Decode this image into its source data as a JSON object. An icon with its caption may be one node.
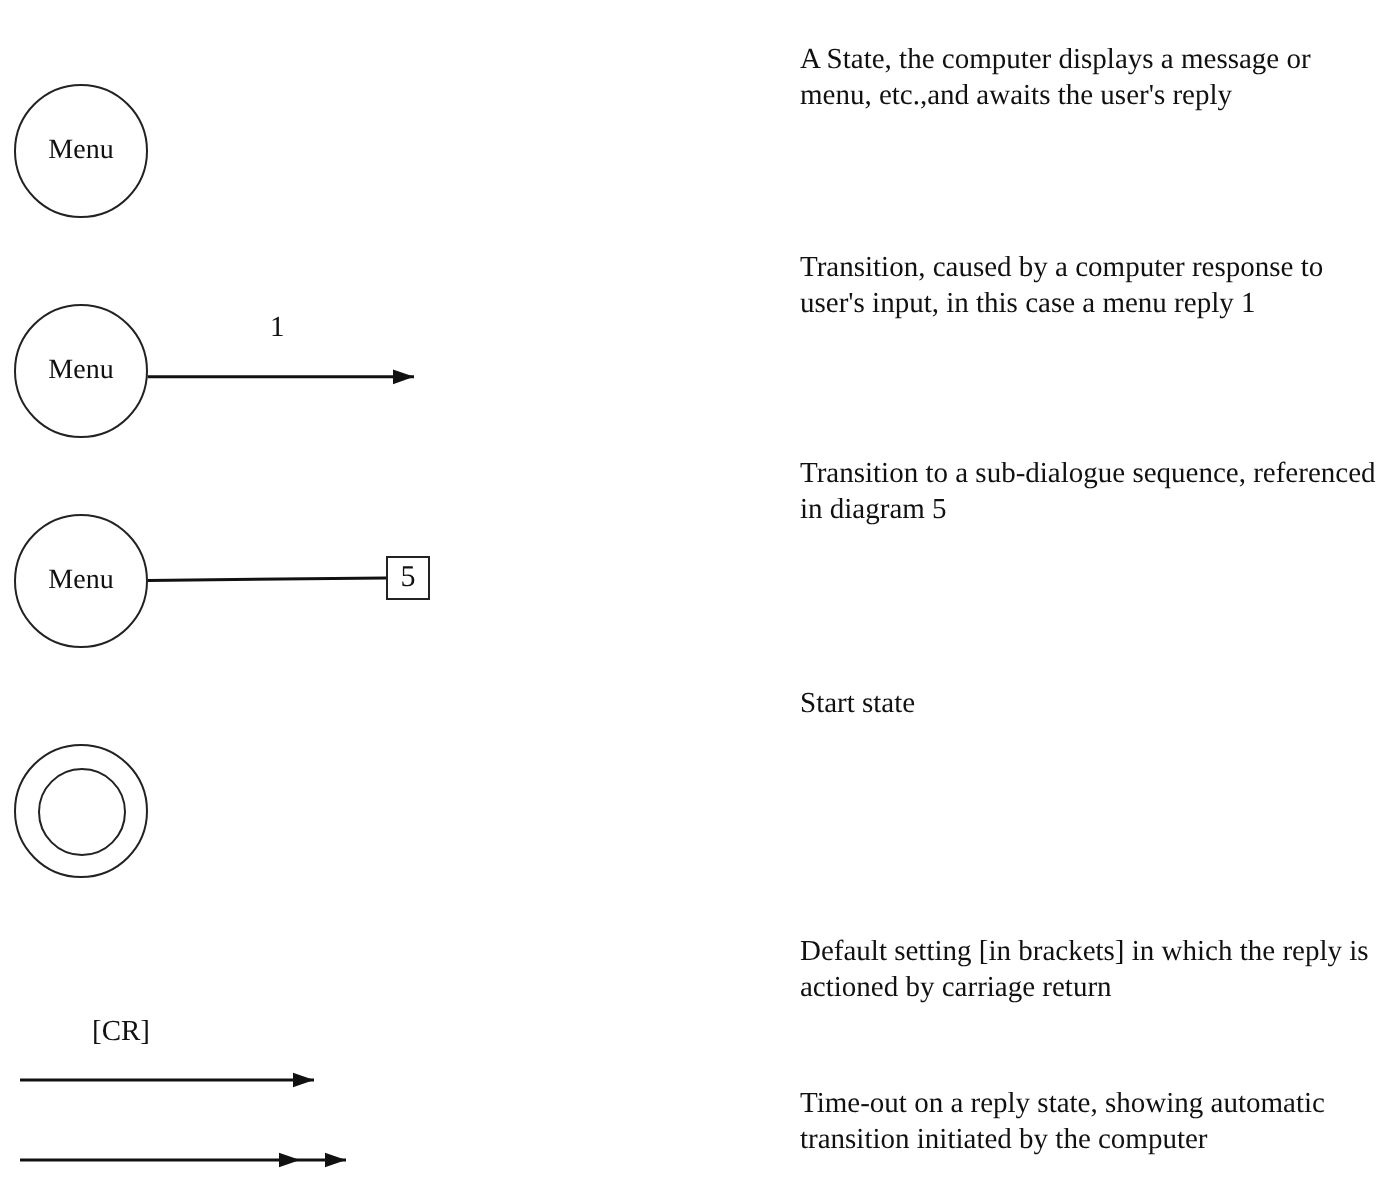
{
  "diagram": {
    "nodes": [
      {
        "text": [
          "Menu"
        ]
      },
      {
        "text": [
          "Menu"
        ]
      },
      {
        "text": [
          "Menu"
        ]
      },
      {
        "text": [
          "5"
        ]
      },
      {
        "text": [],
        "shape": "circle"
      }
    ],
    "edges": [
      {
        "from": 1,
        "to": null,
        "arrow": "to",
        "label": "1"
      },
      {
        "from": 2,
        "to": 3,
        "arrow": "none"
      }
    ],
    "labels": [
      "A State, the computer displays a message or menu, etc.,and awaits the user's reply",
      "Transition, caused by a computer response to user's input, in this case a menu reply 1",
      "Transition to a sub-dialogue sequence, referenced in diagram 5",
      "Start state",
      "[CR]",
      "Default setting [in brackets] in which the reply is actioned by carriage return",
      "Time-out on a reply state, showing automatic transition initiated by the computer"
    ]
  }
}
